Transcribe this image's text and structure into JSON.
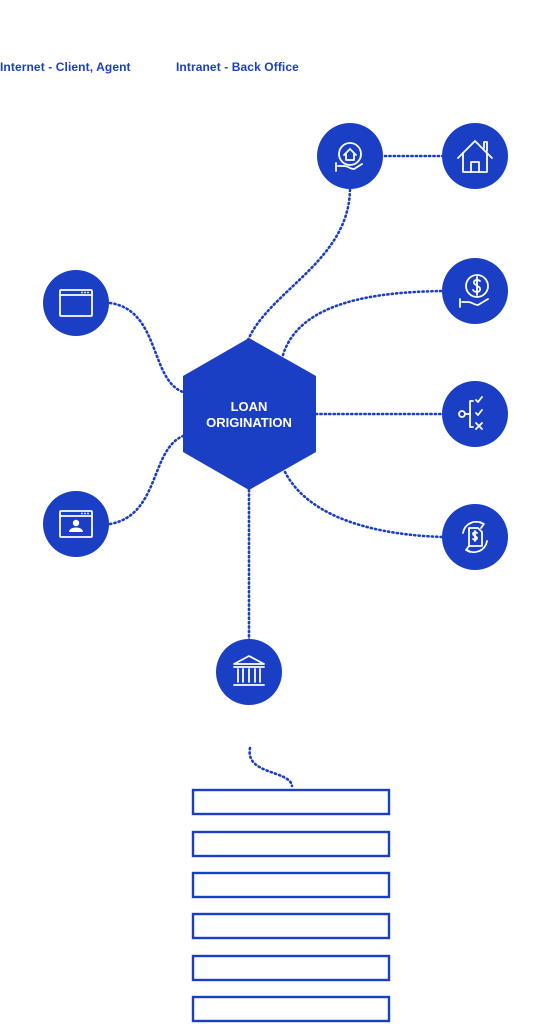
{
  "legend": {
    "internet": "Internet - Client, Agent",
    "intranet": "Intranet - Back Office"
  },
  "hub": {
    "line1": "LOAN",
    "line2": "ORIGINATION"
  },
  "colors": {
    "primary": "#1a3fc4",
    "background": "#ffffff"
  },
  "nodes": [
    {
      "name": "browser-window-icon"
    },
    {
      "name": "user-profile-window-icon"
    },
    {
      "name": "home-in-hand-icon"
    },
    {
      "name": "house-icon"
    },
    {
      "name": "dollar-in-hand-icon"
    },
    {
      "name": "checklist-decision-icon"
    },
    {
      "name": "refresh-document-dollar-icon"
    },
    {
      "name": "bank-building-icon"
    }
  ],
  "stack": {
    "bars": 6
  }
}
